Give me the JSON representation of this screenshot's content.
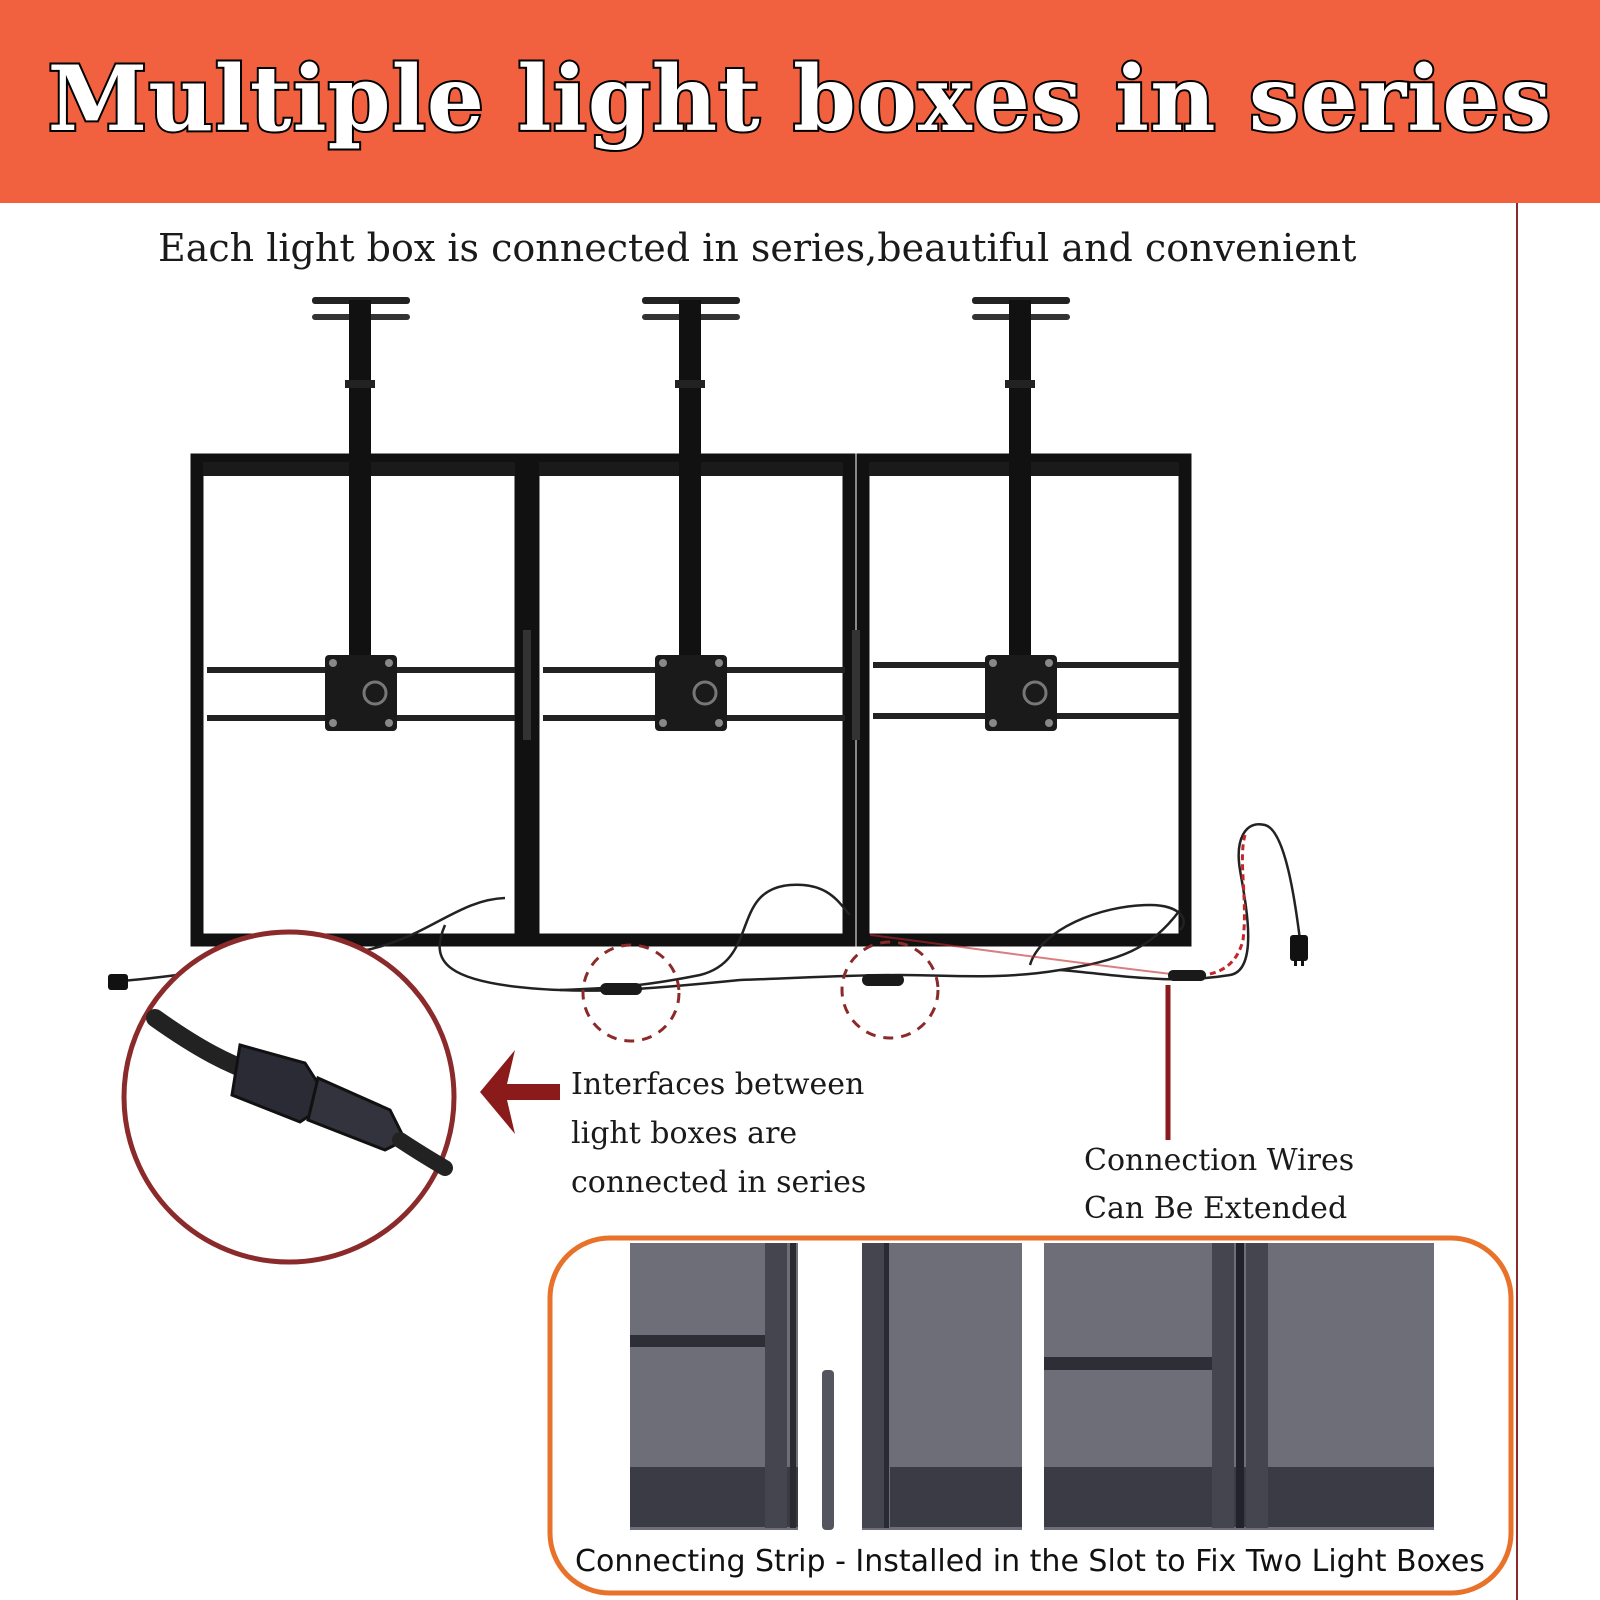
{
  "banner": {
    "title": "Multiple light boxes in series",
    "color": "#F2613F"
  },
  "subtitle": "Each light box is connected in series,beautiful and convenient",
  "callouts": {
    "interface": [
      "Interfaces between",
      "light boxes are",
      "connected in series"
    ],
    "wires": [
      "Connection Wires",
      "Can Be Extended"
    ]
  },
  "strip_panel": {
    "caption": "Connecting Strip - Installed in the Slot to Fix Two Light Boxes",
    "border_color": "#E8722A"
  },
  "colors": {
    "arrow": "#8B1A1A",
    "zoom_circle": "#8B2A2A",
    "frame": "#111111"
  },
  "icons": [
    "ceiling-mount-icon",
    "vesa-bracket-icon",
    "cable-connector-icon",
    "power-plug-icon",
    "arrow-left-icon"
  ]
}
